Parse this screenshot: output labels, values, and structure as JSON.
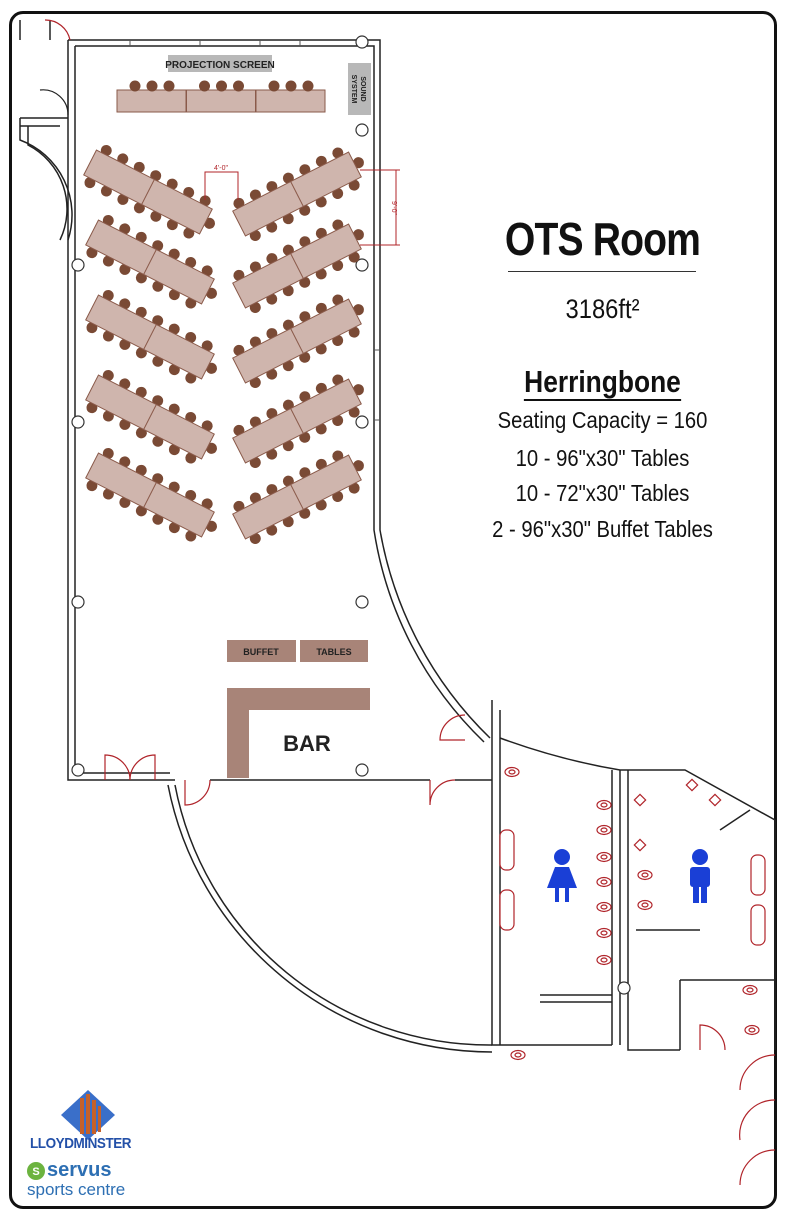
{
  "room": {
    "title": "OTS Room",
    "area": "3186ft²",
    "layout": "Herringbone",
    "details": [
      "Seating Capacity = 160",
      "10 - 96\"x30\" Tables",
      "10 - 72\"x30\" Tables",
      "2 - 96\"x30\" Buffet Tables"
    ]
  },
  "plan_labels": {
    "projection_screen": "PROJECTION SCREEN",
    "sound_system_1": "SOUND",
    "sound_system_2": "SYSTEM",
    "buffet": "BUFFET",
    "tables": "TABLES",
    "bar": "BAR",
    "aisle_dim": "4'-0\"",
    "row_dim": "9'-0\""
  },
  "logos": {
    "lloydminster": "LLOYDMINSTER",
    "servus": "servus",
    "sports_centre": "sports centre"
  },
  "colors": {
    "table": "#cfb5ad",
    "chair": "#7a4a35",
    "wall": "#222222",
    "door": "#b0242a",
    "restroom_icon": "#1a3fd6",
    "label_box": "#b8b8b8",
    "buffet": "#a88478"
  }
}
